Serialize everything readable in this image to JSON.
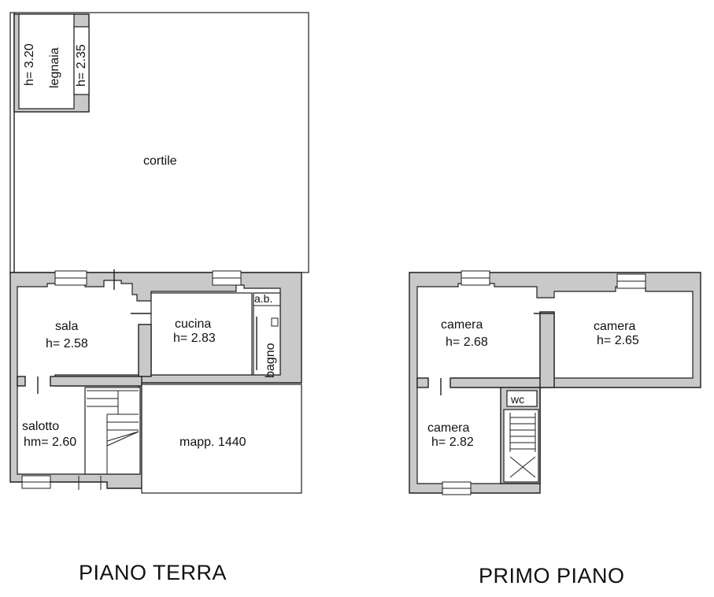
{
  "ground_floor": {
    "title": "PIANO TERRA",
    "rooms": {
      "legnaia": "legnaia",
      "legnaia_h1": "h= 3.20",
      "legnaia_h2": "h= 2.35",
      "cortile": "cortile",
      "sala": "sala",
      "sala_h": "h= 2.58",
      "cucina": "cucina",
      "cucina_h": "h= 2.83",
      "ab": "a.b.",
      "bagno": "bagno",
      "salotto": "salotto",
      "salotto_h": "hm= 2.60",
      "mapp": "mapp. 1440"
    }
  },
  "first_floor": {
    "title": "PRIMO PIANO",
    "rooms": {
      "camera1": "camera",
      "camera1_h": "h= 2.68",
      "camera2": "camera",
      "camera2_h": "h= 2.65",
      "camera3": "camera",
      "camera3_h": "h= 2.82",
      "wc": "wc"
    }
  },
  "colors": {
    "wall_fill": "#c9c9c9",
    "line": "#1e1e1e",
    "background": "#ffffff"
  }
}
